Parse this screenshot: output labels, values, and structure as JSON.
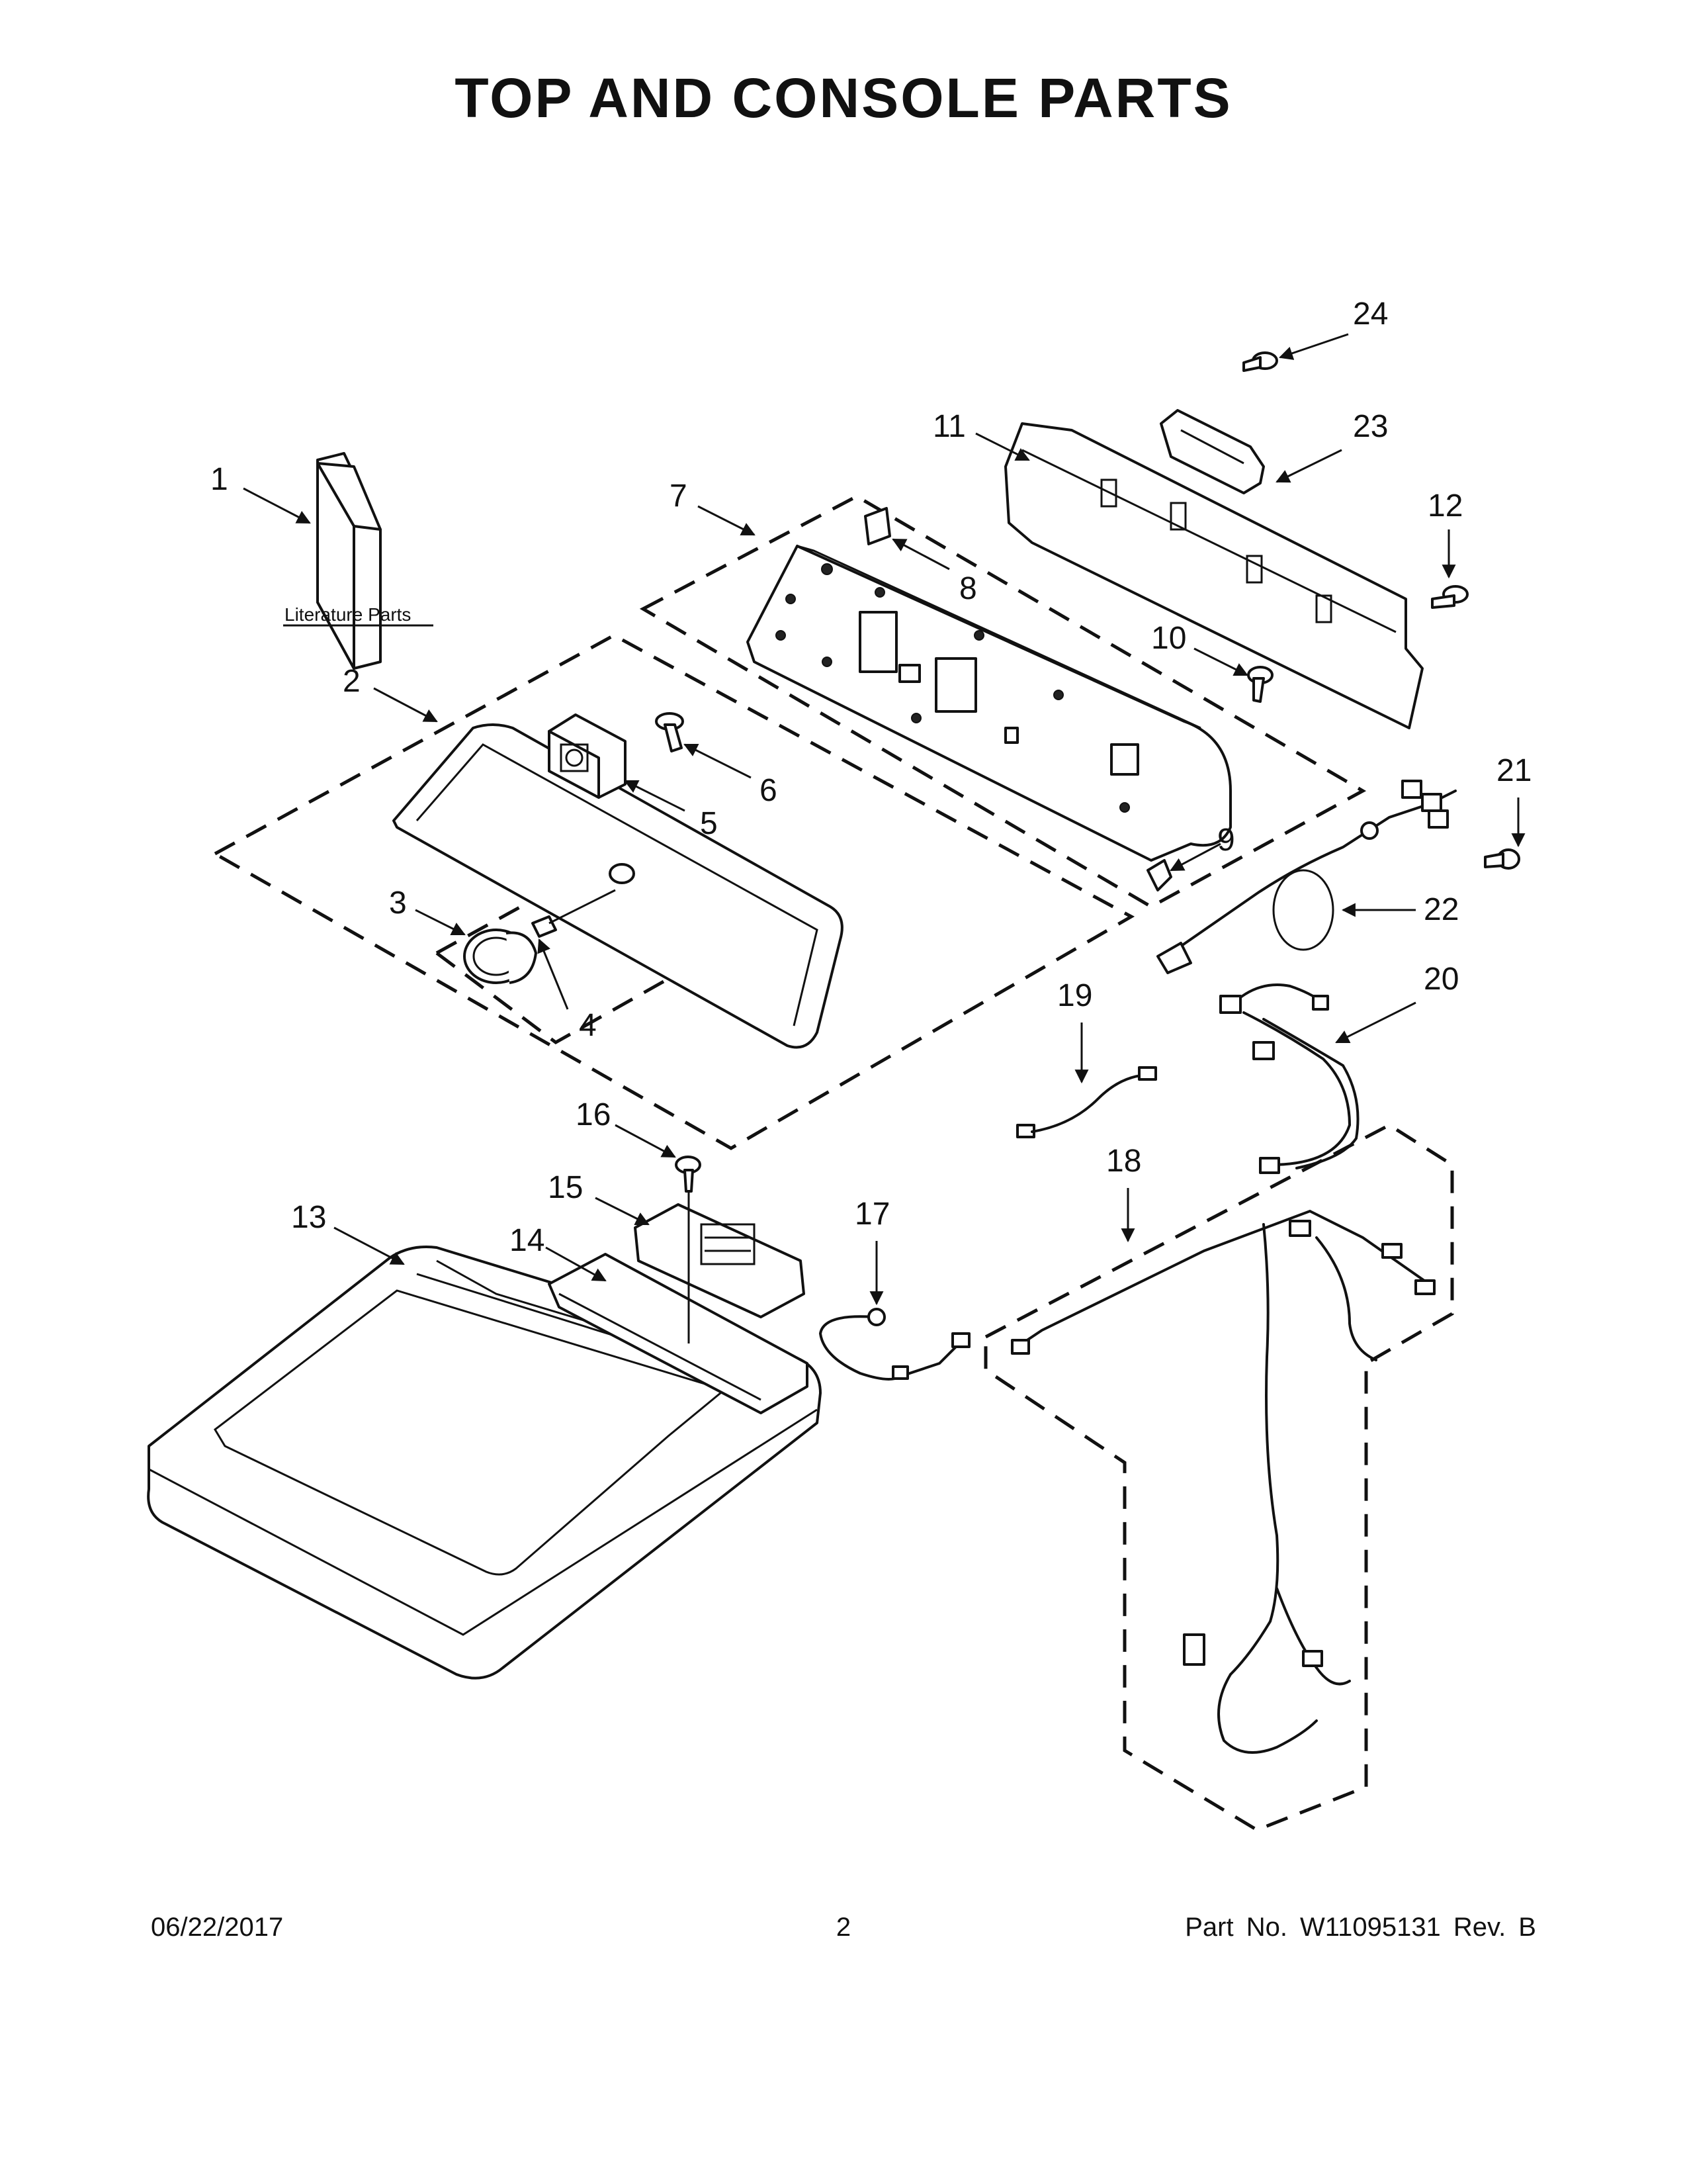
{
  "page": {
    "title": "TOP AND CONSOLE PARTS",
    "footer_date": "06/22/2017",
    "footer_page": "2",
    "footer_part": "Part No.  W11095131  Rev.  B"
  },
  "diagram": {
    "literature_label": "Literature Parts",
    "callouts": [
      "1",
      "2",
      "3",
      "4",
      "5",
      "6",
      "7",
      "8",
      "9",
      "10",
      "11",
      "12",
      "13",
      "14",
      "15",
      "16",
      "17",
      "18",
      "19",
      "20",
      "21",
      "22",
      "23",
      "24"
    ]
  }
}
